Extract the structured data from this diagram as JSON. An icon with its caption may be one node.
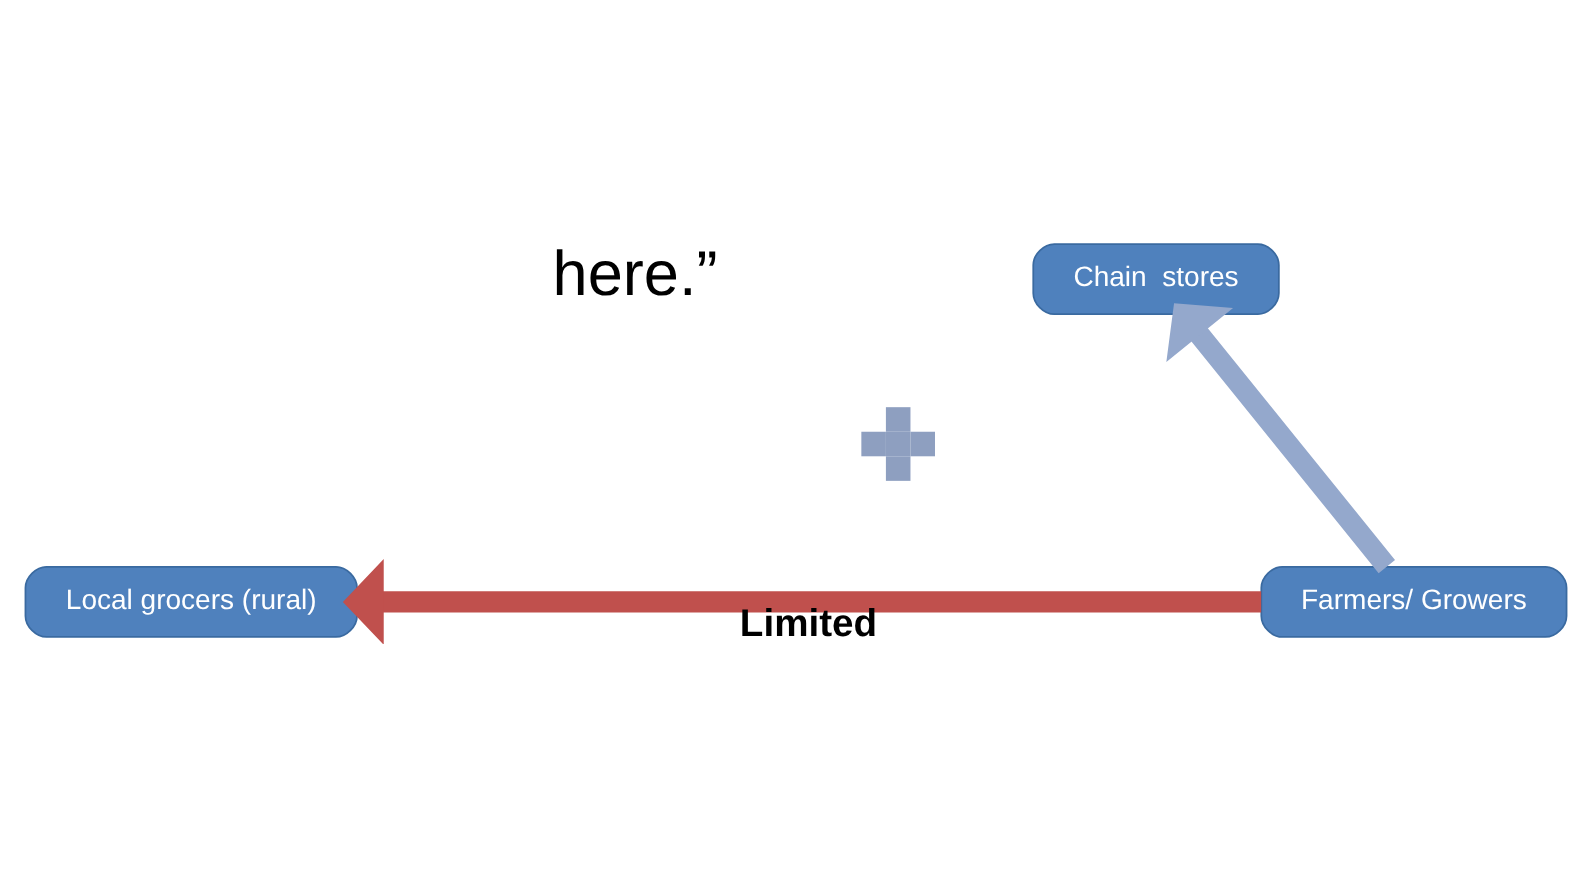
{
  "diagram": {
    "nodes": [
      {
        "text": [
          "Chain  stores"
        ]
      },
      {
        "text": [
          "Local grocers (rural)"
        ]
      },
      {
        "text": [
          "Farmers/ Growers"
        ]
      },
      {
        "text": [],
        "shape": "cross"
      }
    ],
    "edges": [
      {
        "from": 2,
        "to": 0,
        "arrow": "to"
      },
      {
        "from": 2,
        "to": 1,
        "arrow": "to",
        "label": "Limited",
        "color": "#c0504d"
      }
    ],
    "labels": [
      "here.”"
    ]
  }
}
